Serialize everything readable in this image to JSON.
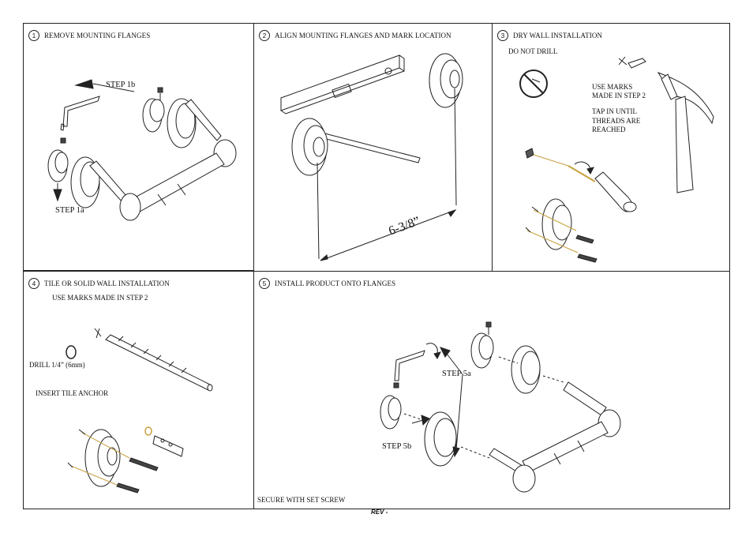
{
  "panels": {
    "p1": {
      "number": "1",
      "title": "REMOVE MOUNTING FLANGES",
      "step_1b": "STEP 1b",
      "step_1a": "STEP 1a"
    },
    "p2": {
      "number": "2",
      "title": "ALIGN MOUNTING FLANGES AND MARK LOCATION",
      "dimension": "6-3/8”"
    },
    "p3": {
      "number": "3",
      "title": "DRY WALL INSTALLATION",
      "do_not_drill": "DO NOT DRILL",
      "use_marks_1": "USE MARKS",
      "use_marks_2": "MADE IN STEP 2",
      "tap_1": "TAP IN UNTIL",
      "tap_2": "THREADS ARE",
      "tap_3": "REACHED"
    },
    "p4": {
      "number": "4",
      "title": "TILE OR SOLID WALL INSTALLATION",
      "use_marks": "USE MARKS MADE IN STEP 2",
      "drill": "DRILL 1/4” (6mm)",
      "anchor": "INSERT TILE ANCHOR"
    },
    "p5": {
      "number": "5",
      "title": "INSTALL PRODUCT ONTO FLANGES",
      "step_5a": "STEP 5a",
      "step_5b": "STEP 5b",
      "secure": "SECURE WITH SET SCREW"
    }
  },
  "footer": {
    "rev": "REV -"
  }
}
